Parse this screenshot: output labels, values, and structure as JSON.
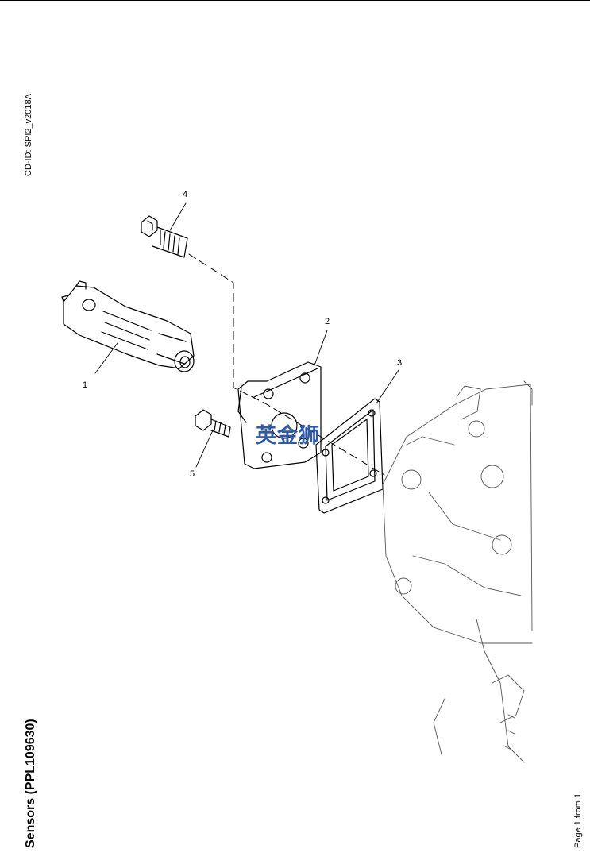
{
  "document": {
    "cd_id": "CD-ID: SPI2_v2018A",
    "title": "Sensors (PPL109630)",
    "page_label": "Page 1 from 1",
    "watermark": "英金狮"
  },
  "callouts": [
    "1",
    "2",
    "3",
    "4",
    "5"
  ]
}
